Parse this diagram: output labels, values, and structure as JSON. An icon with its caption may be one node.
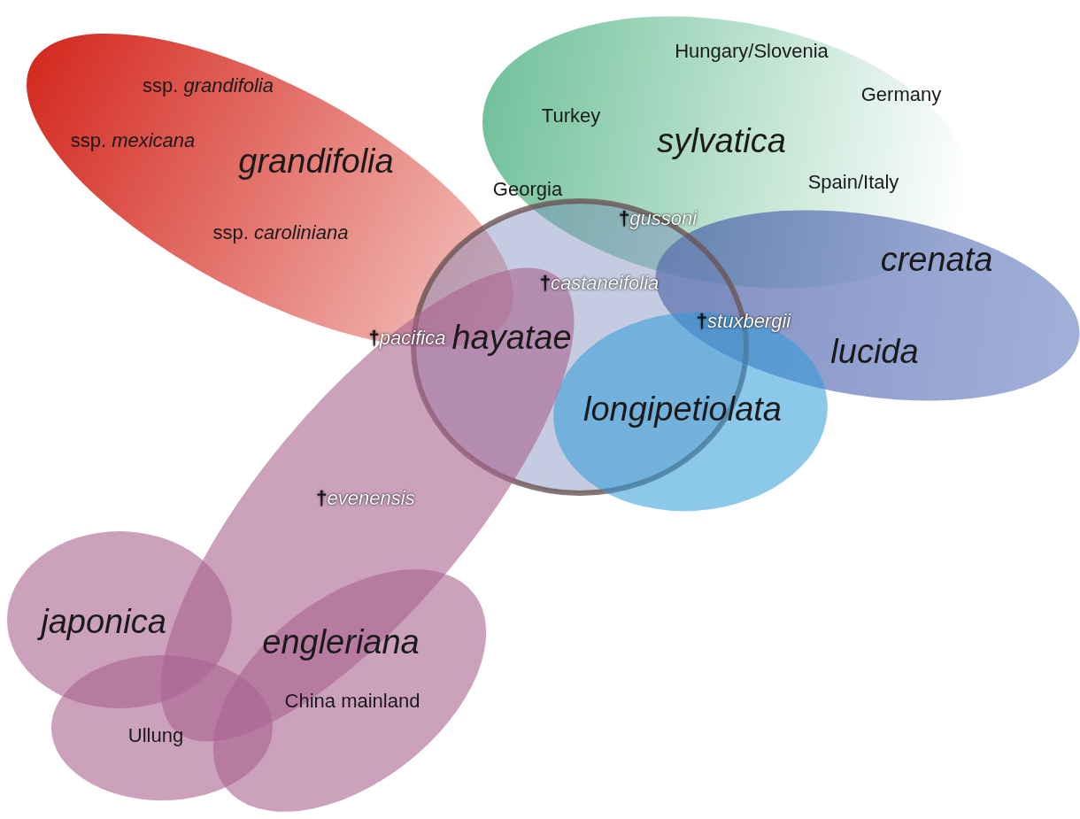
{
  "diagram": {
    "nodes": [
      {
        "text": [
          "ssp. *grandifolia*",
          "ssp. *mexicana*",
          "grandifolia",
          "ssp. *caroliniana*"
        ]
      },
      {
        "text": [
          "Hungary/Slovenia",
          "Germany",
          "Turkey",
          "sylvatica",
          "Spain/Italy"
        ]
      },
      {
        "text": [
          "crenata",
          "lucida"
        ]
      },
      {
        "text": [
          "hayatae"
        ]
      },
      {
        "text": [
          "longipetiolata"
        ]
      },
      {
        "text": [
          "†evenensis"
        ]
      },
      {
        "text": [
          "japonica"
        ]
      },
      {
        "text": [
          "engleriana",
          "China mainland"
        ]
      },
      {
        "text": [
          "Ullung"
        ]
      }
    ],
    "edges": [],
    "labels": [
      "Georgia",
      "†gussoni",
      "†castaneifolia",
      "†pacifica",
      "†stuxbergii"
    ]
  }
}
